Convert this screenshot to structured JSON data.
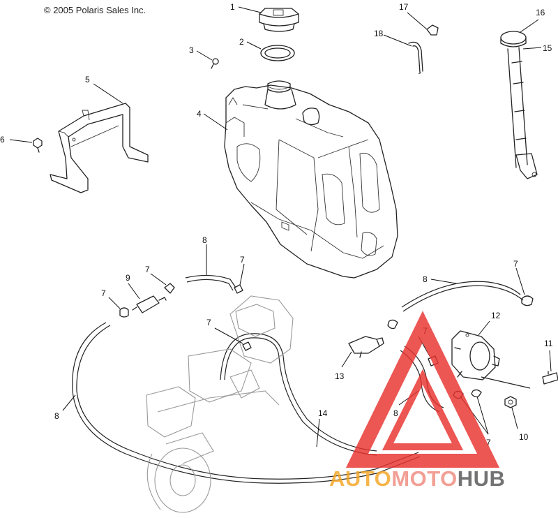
{
  "copyright": "© 2005 Polaris Sales Inc.",
  "callouts": [
    "1",
    "2",
    "3",
    "4",
    "5",
    "6",
    "7",
    "8",
    "9",
    "10",
    "11",
    "12",
    "13",
    "14",
    "15",
    "16",
    "17",
    "18"
  ],
  "watermark": {
    "part1": "AUTO",
    "part2": "MOTO",
    "part3": "HUB"
  },
  "colors": {
    "line": "#222222",
    "watermark_red": "#e8322e",
    "watermark_orange": "#f5a623",
    "watermark_gray": "#555555"
  }
}
